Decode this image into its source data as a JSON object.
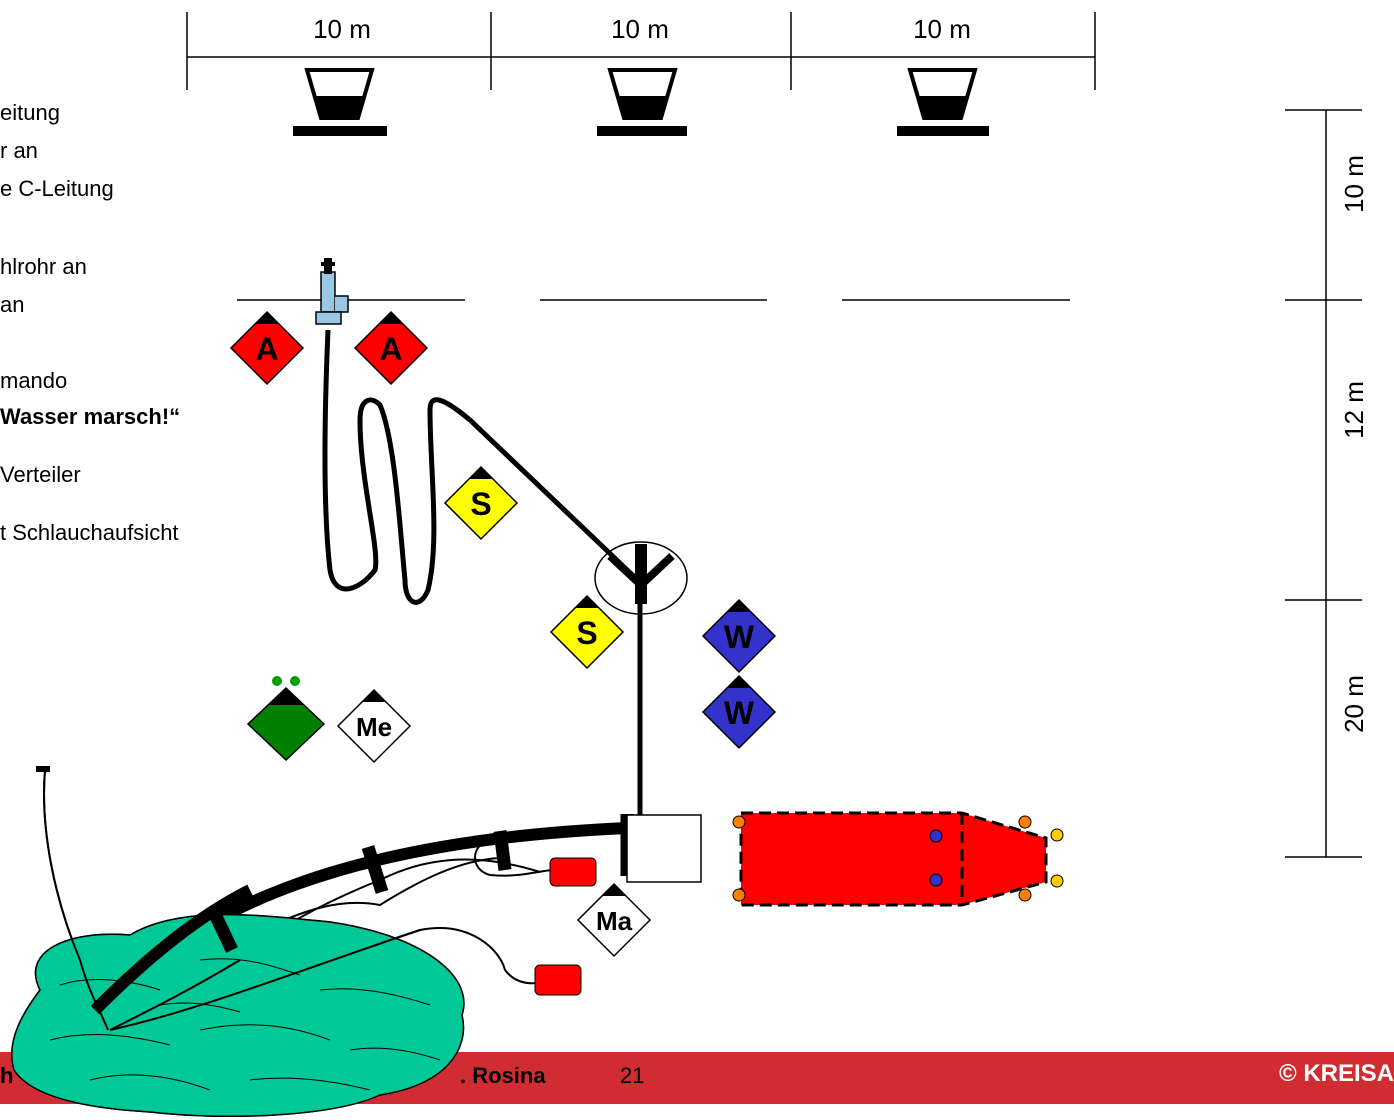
{
  "top_scale": {
    "labels": [
      "10 m",
      "10 m",
      "10 m"
    ]
  },
  "right_scale": {
    "labels": [
      "10 m",
      "12 m",
      "20 m"
    ]
  },
  "instructions": [
    "eitung",
    "r an",
    "e C-Leitung",
    "hlrohr an",
    "an",
    "mando",
    "Wasser marsch!“",
    "Verteiler",
    "t Schlauchaufsicht"
  ],
  "markers": {
    "attack_1": "A",
    "attack_2": "A",
    "hose_1": "S",
    "hose_2": "S",
    "water_1": "W",
    "water_2": "W",
    "messenger": "Me",
    "machinist": "Ma",
    "leader": ""
  },
  "colors": {
    "attack": "#ff0000",
    "hose": "#ffff00",
    "water": "#3333cc",
    "leader": "#008000",
    "pond": "#00c896",
    "truck": "#ff0000",
    "footer": "#d12c31"
  },
  "footer": {
    "left": "h",
    "author": ". Rosina",
    "page": "21",
    "copyright": "© KREISA"
  }
}
